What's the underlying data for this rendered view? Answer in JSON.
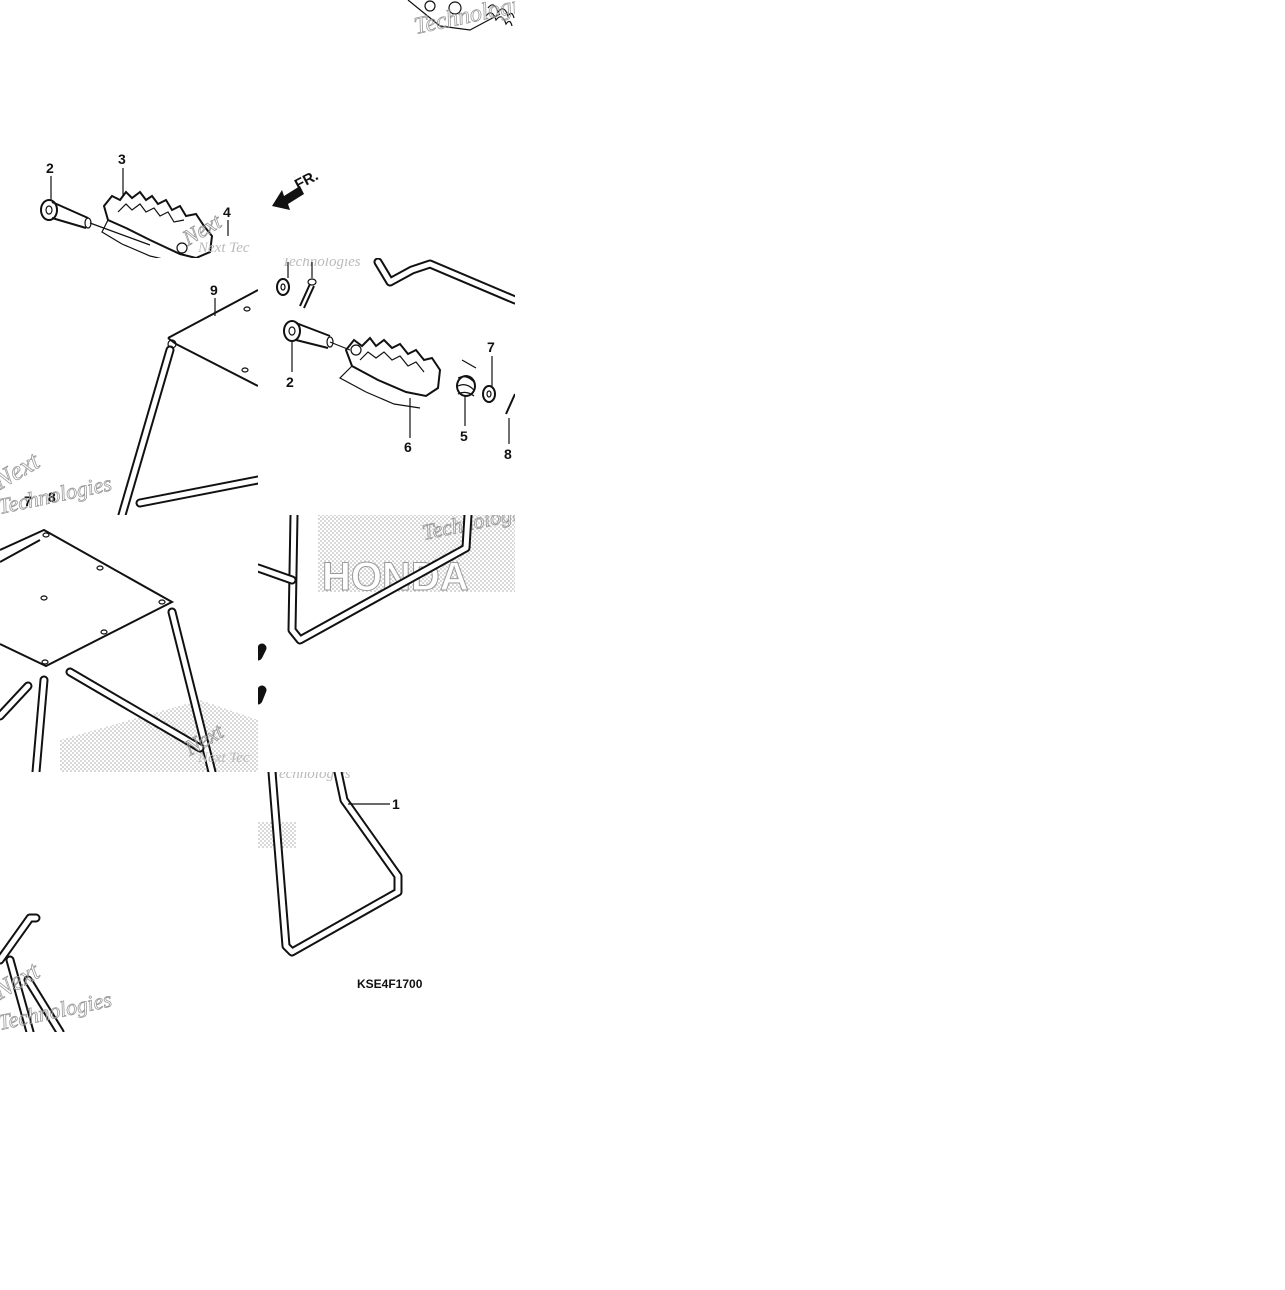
{
  "diagram": {
    "callouts": {
      "c1": "1",
      "c2a": "2",
      "c2b": "2",
      "c3": "3",
      "c4": "4",
      "c5": "5",
      "c6": "6",
      "c7a": "7",
      "c7b": "7",
      "c8a": "8",
      "c8b": "8",
      "c9": "9"
    },
    "direction_label": "FR.",
    "part_code": "KSE4F1700",
    "watermark": {
      "text_a": "Next",
      "text_b": "Technologies",
      "text_c": "Next Tec",
      "brand": "HONDA"
    }
  }
}
